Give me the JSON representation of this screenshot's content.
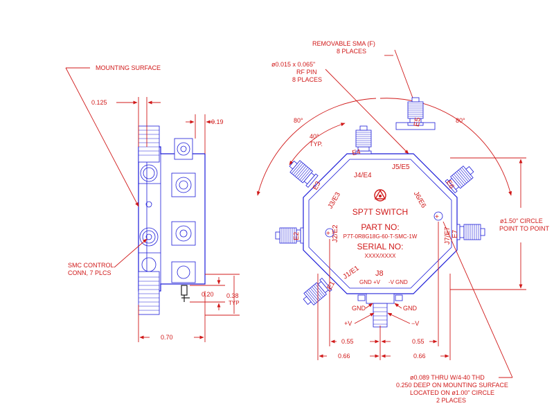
{
  "side_view": {
    "mounting_surface": "MOUNTING SURFACE",
    "dim_0125": "0.125",
    "dim_019": "0.19",
    "smc_control_l1": "SMC CONTROL",
    "smc_control_l2": "CONN, 7 PLCS",
    "dim_020": "0.20",
    "dim_038": "0.38",
    "typ": "TYP",
    "dim_070": "0.70"
  },
  "top_view": {
    "removable_sma_l1": "REMOVABLE SMA (F)",
    "removable_sma_l2": "8 PLACES",
    "rf_pin_l1": "ø0.015 x 0.065\"",
    "rf_pin_l2": "RF PIN",
    "rf_pin_l3": "8 PLACES",
    "angle_80_left": "80°",
    "angle_80_right": "80°",
    "angle_40": "40°",
    "angle_40_typ": "TYP.",
    "ports": [
      "E1",
      "E2",
      "E3",
      "E4",
      "E5",
      "E6",
      "E7"
    ],
    "junctions": [
      "J1/E1",
      "J2/E2",
      "J3/E3",
      "J4/E4",
      "J5/E5",
      "J6/E6",
      "J7/E7",
      "J8"
    ],
    "title": "SP7T SWITCH",
    "part_no_label": "PART NO:",
    "part_no": "P7T-0R8G18G-60-T-SMC-1W",
    "serial_no_label": "SERIAL NO:",
    "serial_no": "XXXX/XXXX",
    "circle_l1": "ø1.50\" CIRCLE",
    "circle_l2": "POINT TO POINT",
    "pin_gnd_left": "GND",
    "pin_pv": "+V",
    "pin_nv": "-V",
    "pin_gnd_right": "GND",
    "gnd": "GND",
    "plus_v": "+V",
    "minus_v": "−V",
    "dim_055_left": "0.55",
    "dim_055_right": "0.55",
    "dim_066_left": "0.66",
    "dim_066_right": "0.66",
    "note_l1": "ø0.089 THRU W/4-40 THD",
    "note_l2": "0.250 DEEP ON MOUNTING SURFACE",
    "note_l3": "LOCATED ON ø1.00\" CIRCLE",
    "note_l4": "2 PLACES"
  }
}
